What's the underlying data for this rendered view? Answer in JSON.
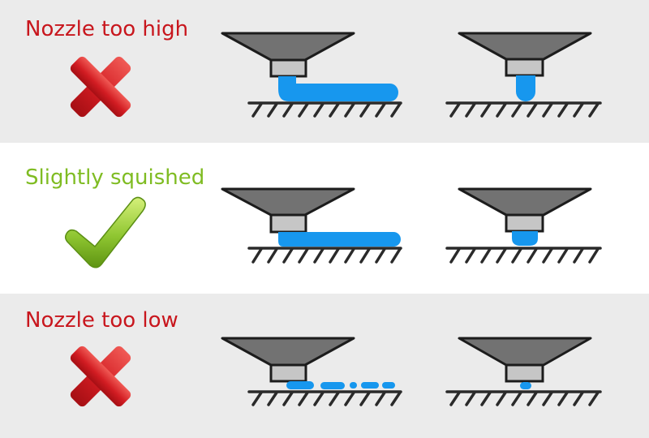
{
  "colors": {
    "bad": "#c8161d",
    "good": "#7fbc22",
    "nozzle": "#727272",
    "tip": "#c6c6c6",
    "filament": "#1797ee",
    "bed": "#2a2a2a"
  },
  "rows": [
    {
      "label": "Nozzle too high",
      "status": "bad",
      "mark_icon": "red-x-icon"
    },
    {
      "label": "Slightly squished",
      "status": "good",
      "mark_icon": "green-check-icon"
    },
    {
      "label": "Nozzle too low",
      "status": "bad",
      "mark_icon": "red-x-icon"
    }
  ]
}
